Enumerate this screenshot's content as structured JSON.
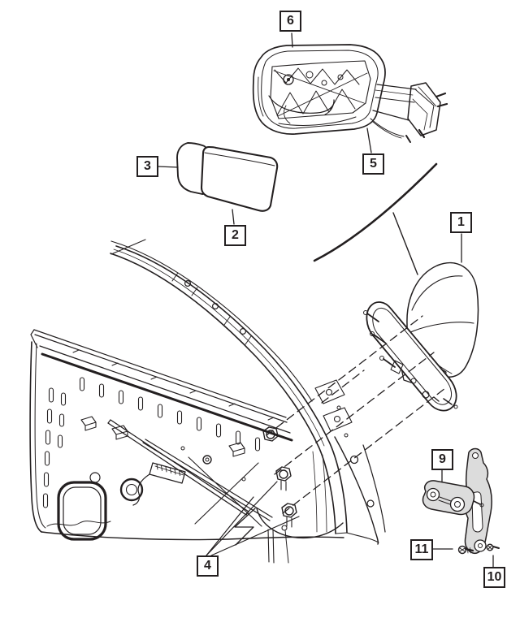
{
  "diagram": {
    "background_color": "#ffffff",
    "line_color": "#231f20",
    "bracket_fill_color": "#dcdcdc",
    "callouts": [
      {
        "label": "6"
      },
      {
        "label": "5"
      },
      {
        "label": "3"
      },
      {
        "label": "2"
      },
      {
        "label": "1"
      },
      {
        "label": "4"
      },
      {
        "label": "9"
      },
      {
        "label": "11"
      },
      {
        "label": "10"
      }
    ]
  }
}
